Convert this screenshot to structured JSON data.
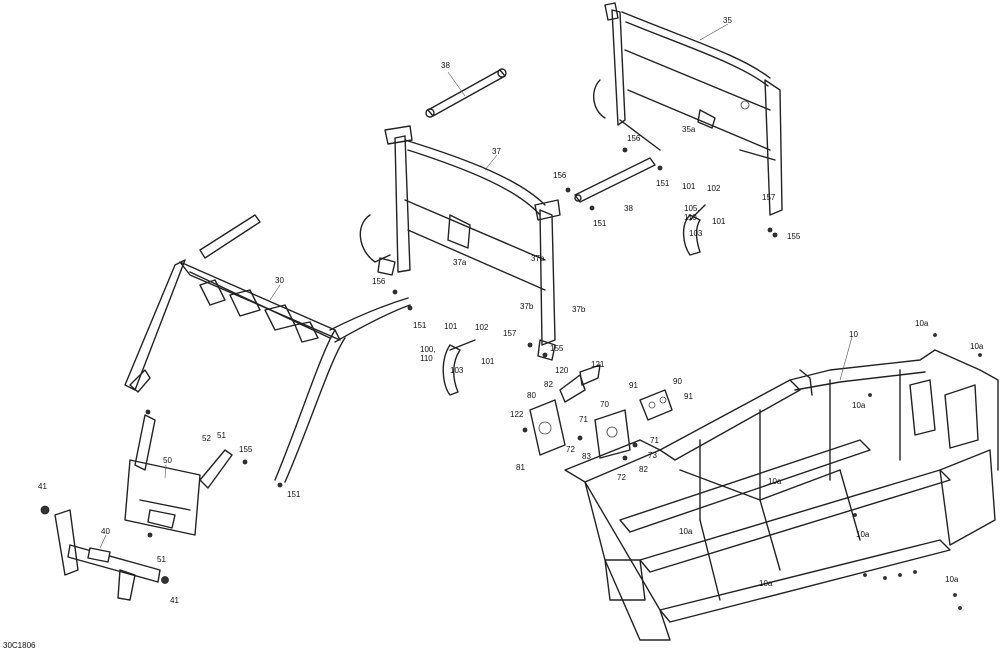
{
  "diagram_code": "30C1806",
  "labels": {
    "l38": "38",
    "l35": "35",
    "l37": "37",
    "l35a": "35a",
    "l156a": "156",
    "l151a": "151",
    "l156b": "156",
    "l38b": "38",
    "l151b": "151",
    "l101a": "101",
    "l102a": "102",
    "l157a": "157",
    "l101b": "101",
    "l105_110": "105,\n110",
    "l103a": "103",
    "l155a": "155",
    "l37a": "37a",
    "l37b1": "37b",
    "l37b2": "37b",
    "l37b3": "37b",
    "l30": "30",
    "l156c": "156",
    "l151c": "151",
    "l101c": "101",
    "l102b": "102",
    "l157b": "157",
    "l100_110": "100,\n110",
    "l101d": "101",
    "l103b": "103",
    "l155b": "155",
    "l121": "121",
    "l120": "120",
    "l82a": "82",
    "l80": "80",
    "l91a": "91",
    "l90": "90",
    "l91b": "91",
    "l70": "70",
    "l71a": "71",
    "l71b": "71",
    "l122": "122",
    "l72a": "72",
    "l83": "83",
    "l73": "73",
    "l81": "81",
    "l72b": "72",
    "l82b": "82",
    "l10": "10",
    "l10a1": "10a",
    "l10a2": "10a",
    "l10a3": "10a",
    "l10a4": "10a",
    "l10a5": "10a",
    "l10a6": "10a",
    "l10a7": "10a",
    "l10a8": "10a",
    "l52": "52",
    "l51a": "51",
    "l50": "50",
    "l155c": "155",
    "l151d": "151",
    "l41a": "41",
    "l40": "40",
    "l51b": "51",
    "l41b": "41"
  }
}
